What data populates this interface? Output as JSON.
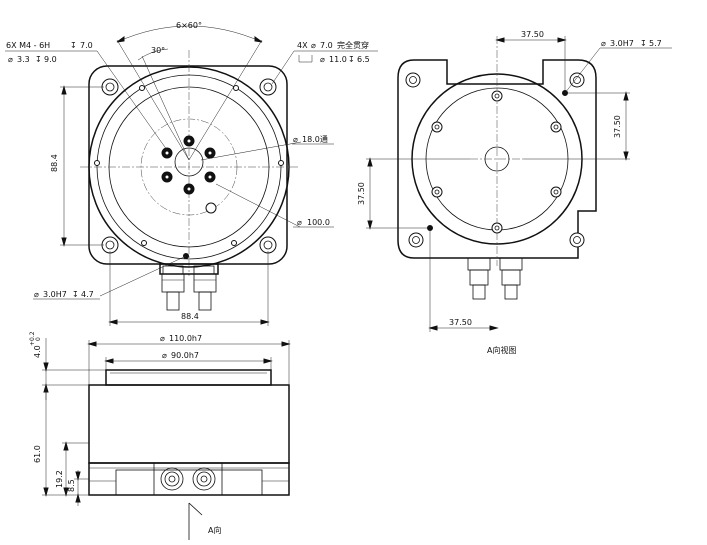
{
  "front_view": {
    "callout_thread": "6X  M4 - 6H",
    "callout_thread_depth": "7.0",
    "callout_pilot": "3.3",
    "callout_pilot_depth": "9.0",
    "bolt_pattern": "6×60°",
    "offset_angle": "30°",
    "callout_through_holes": "4X",
    "through_hole_dia": "7.0",
    "through_hole_note": "完全贯穿",
    "counterbore_dia": "11.0",
    "counterbore_depth": "6.5",
    "center_hole": "18.0通",
    "pcd": "100.0",
    "height_dim": "88.4",
    "width_dim": "88.4",
    "pin_hole": "3.0H7",
    "pin_depth": "4.7"
  },
  "view_a": {
    "pin_hole": "3.0H7",
    "pin_depth": "5.7",
    "top_offset": "37.50",
    "right_offset": "37.50",
    "left_offset": "37.50",
    "bottom_offset": "37.50",
    "caption": "A向视图"
  },
  "side_view": {
    "outer_dia": "110.0h7",
    "inner_dia": "90.0h7",
    "step_height": "4.0",
    "step_tol_upper": "+0.2",
    "step_tol_lower": "0",
    "total_height": "61.0",
    "port_height": "19.2",
    "port_offset": "8.5",
    "view_arrow_label": "A向"
  }
}
